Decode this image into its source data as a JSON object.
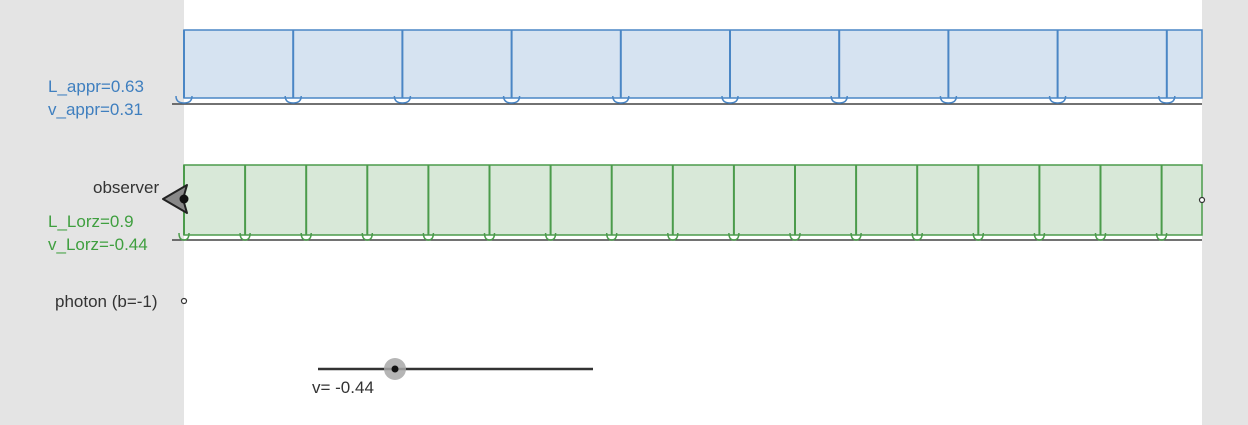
{
  "app": {
    "colors": {
      "blue_stroke": "#4a86c5",
      "blue_fill": "#d6e3f1",
      "green_stroke": "#4b9b4b",
      "green_fill": "#d8e8d8",
      "label_blue": "#3f7fbf",
      "label_green": "#3f9f3f",
      "ground": "#444444",
      "canvas_bg": "#ffffff",
      "page_bg": "#e4e4e4"
    }
  },
  "rod_apparent": {
    "length_label": "L_appr=0.63",
    "velocity_label": "v_appr=0.31"
  },
  "rod_lorentz": {
    "length_label": "L_Lorz=0.9",
    "velocity_label": "v_Lorz=-0.44"
  },
  "observer": {
    "label": "observer",
    "icon": "observer-marker-icon"
  },
  "photon": {
    "label": "photon (b=-1)",
    "icon": "photon-point-icon"
  },
  "slider": {
    "label": "v= -0.44",
    "value": -0.44,
    "min": -1,
    "max": 1
  }
}
